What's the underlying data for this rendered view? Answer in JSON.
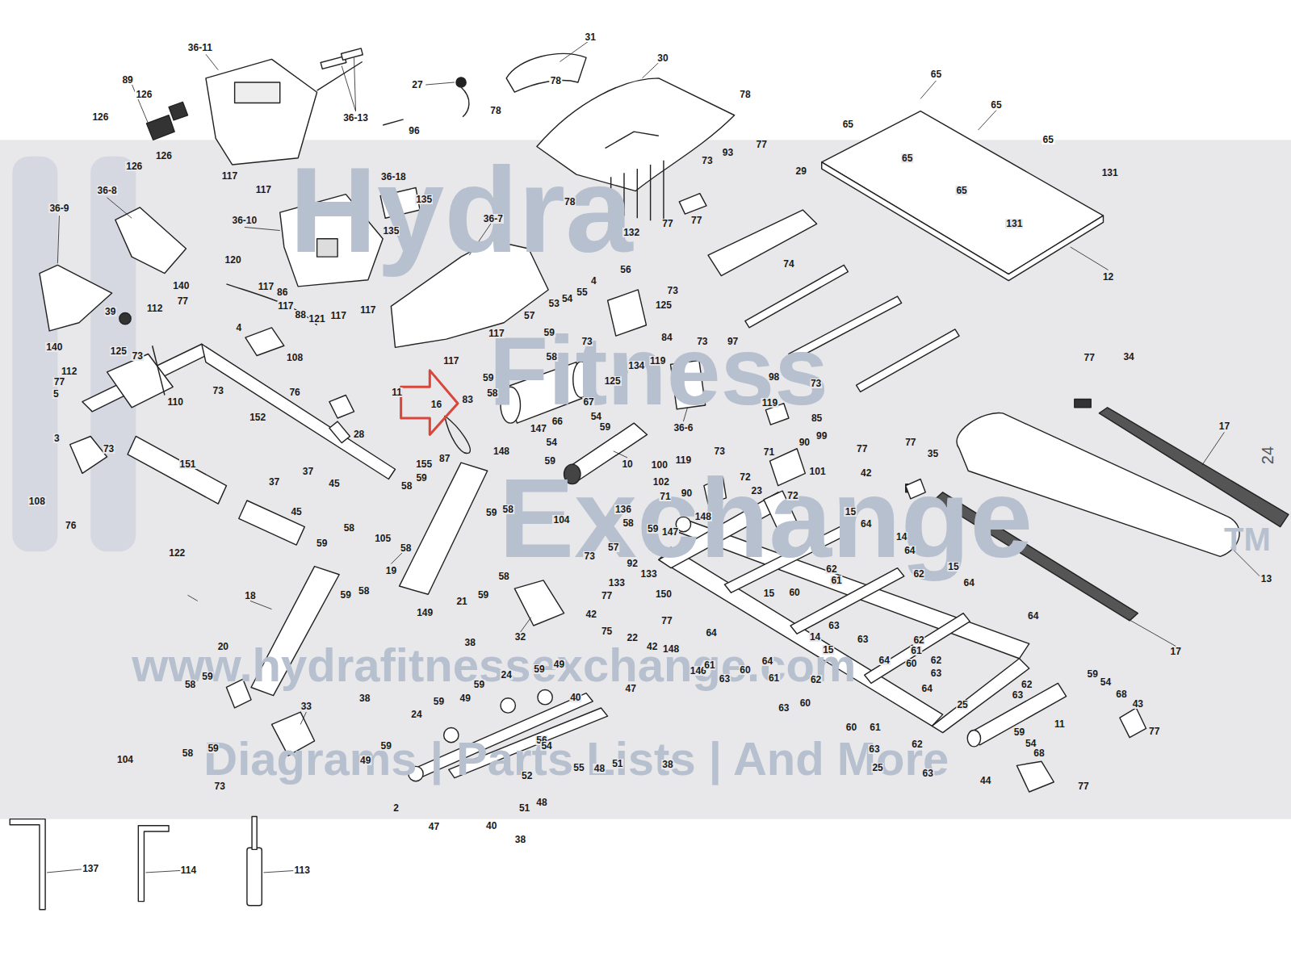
{
  "diagram": {
    "labels": [
      "36-11",
      "89",
      "126",
      "126",
      "126",
      "126",
      "117",
      "117",
      "36-13",
      "27",
      "96",
      "31",
      "30",
      "78",
      "78",
      "78",
      "78",
      "132",
      "73",
      "93",
      "77",
      "29",
      "77",
      "77",
      "74",
      "65",
      "65",
      "65",
      "65",
      "65",
      "65",
      "131",
      "131",
      "12",
      "36-9",
      "36-8",
      "140",
      "140",
      "39",
      "112",
      "77",
      "112",
      "125",
      "73",
      "77",
      "5",
      "110",
      "73",
      "152",
      "3",
      "73",
      "108",
      "76",
      "122",
      "151",
      "37",
      "45",
      "37",
      "45",
      "120",
      "36-10",
      "117",
      "86",
      "117",
      "88",
      "121",
      "117",
      "117",
      "4",
      "108",
      "76",
      "28",
      "36-18",
      "135",
      "135",
      "36-7",
      "117",
      "117",
      "11",
      "16",
      "83",
      "56",
      "4",
      "53",
      "54",
      "55",
      "57",
      "59",
      "58",
      "59",
      "58",
      "147",
      "148",
      "66",
      "54",
      "59",
      "73",
      "125",
      "73",
      "125",
      "84",
      "134",
      "119",
      "73",
      "97",
      "98",
      "36-6",
      "67",
      "54",
      "59",
      "10",
      "73",
      "119",
      "85",
      "77",
      "34",
      "17",
      "17",
      "13",
      "71",
      "90",
      "99",
      "77",
      "42",
      "101",
      "72",
      "77",
      "35",
      "100",
      "119",
      "73",
      "102",
      "72",
      "23",
      "90",
      "136",
      "58",
      "59",
      "71",
      "147",
      "148",
      "57",
      "15",
      "64",
      "14",
      "64",
      "15",
      "64",
      "62",
      "62",
      "61",
      "60",
      "15",
      "64",
      "63",
      "14",
      "15",
      "63",
      "62",
      "61",
      "60",
      "62",
      "63",
      "25",
      "64",
      "64",
      "64",
      "63",
      "60",
      "61",
      "62",
      "60",
      "63",
      "60",
      "61",
      "63",
      "25",
      "62",
      "63",
      "62",
      "63",
      "59",
      "54",
      "68",
      "43",
      "77",
      "11",
      "59",
      "54",
      "68",
      "44",
      "77",
      "64",
      "148",
      "146",
      "61",
      "133",
      "92",
      "133",
      "150",
      "77",
      "42",
      "75",
      "22",
      "77",
      "42",
      "32",
      "73",
      "155",
      "59",
      "58",
      "58",
      "87",
      "105",
      "58",
      "58",
      "59",
      "59",
      "19",
      "149",
      "21",
      "59",
      "58",
      "104",
      "58",
      "59",
      "18",
      "20",
      "58",
      "59",
      "59",
      "58",
      "104",
      "33",
      "73",
      "38",
      "59",
      "24",
      "59",
      "49",
      "49",
      "59",
      "24",
      "38",
      "59",
      "49",
      "40",
      "47",
      "56",
      "54",
      "55",
      "48",
      "51",
      "38",
      "52",
      "48",
      "51",
      "38",
      "40",
      "47",
      "2",
      "137",
      "114",
      "113",
      "24",
      "Hydra",
      "Fitness",
      "Exchange",
      "TM",
      "www.hydrafitnessexchange.com",
      "Diagrams | Parts Lists | And More"
    ]
  }
}
